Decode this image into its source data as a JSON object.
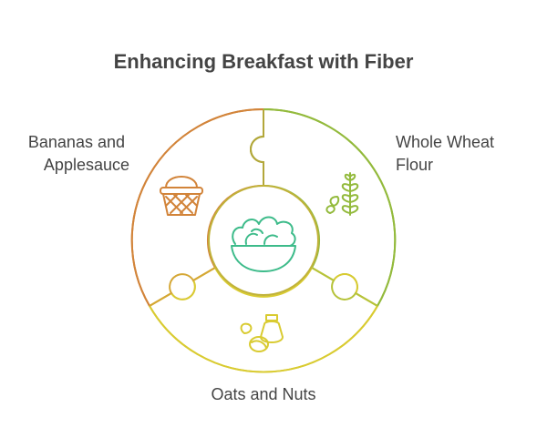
{
  "title": "Enhancing Breakfast with Fiber",
  "segments": [
    {
      "id": "bananas",
      "label_lines": [
        "Bananas and",
        "Applesauce"
      ],
      "color": "#d2843a",
      "icon": "basket-icon"
    },
    {
      "id": "wheat",
      "label_lines": [
        "Whole Wheat",
        "Flour"
      ],
      "color": "#93ba3c",
      "icon": "wheat-icon"
    },
    {
      "id": "oats",
      "label_lines": [
        "Oats and Nuts"
      ],
      "color": "#d9cb31",
      "icon": "oats-nuts-icon"
    }
  ],
  "center": {
    "icon": "salad-bowl-icon",
    "color": "#3dbb8a"
  }
}
